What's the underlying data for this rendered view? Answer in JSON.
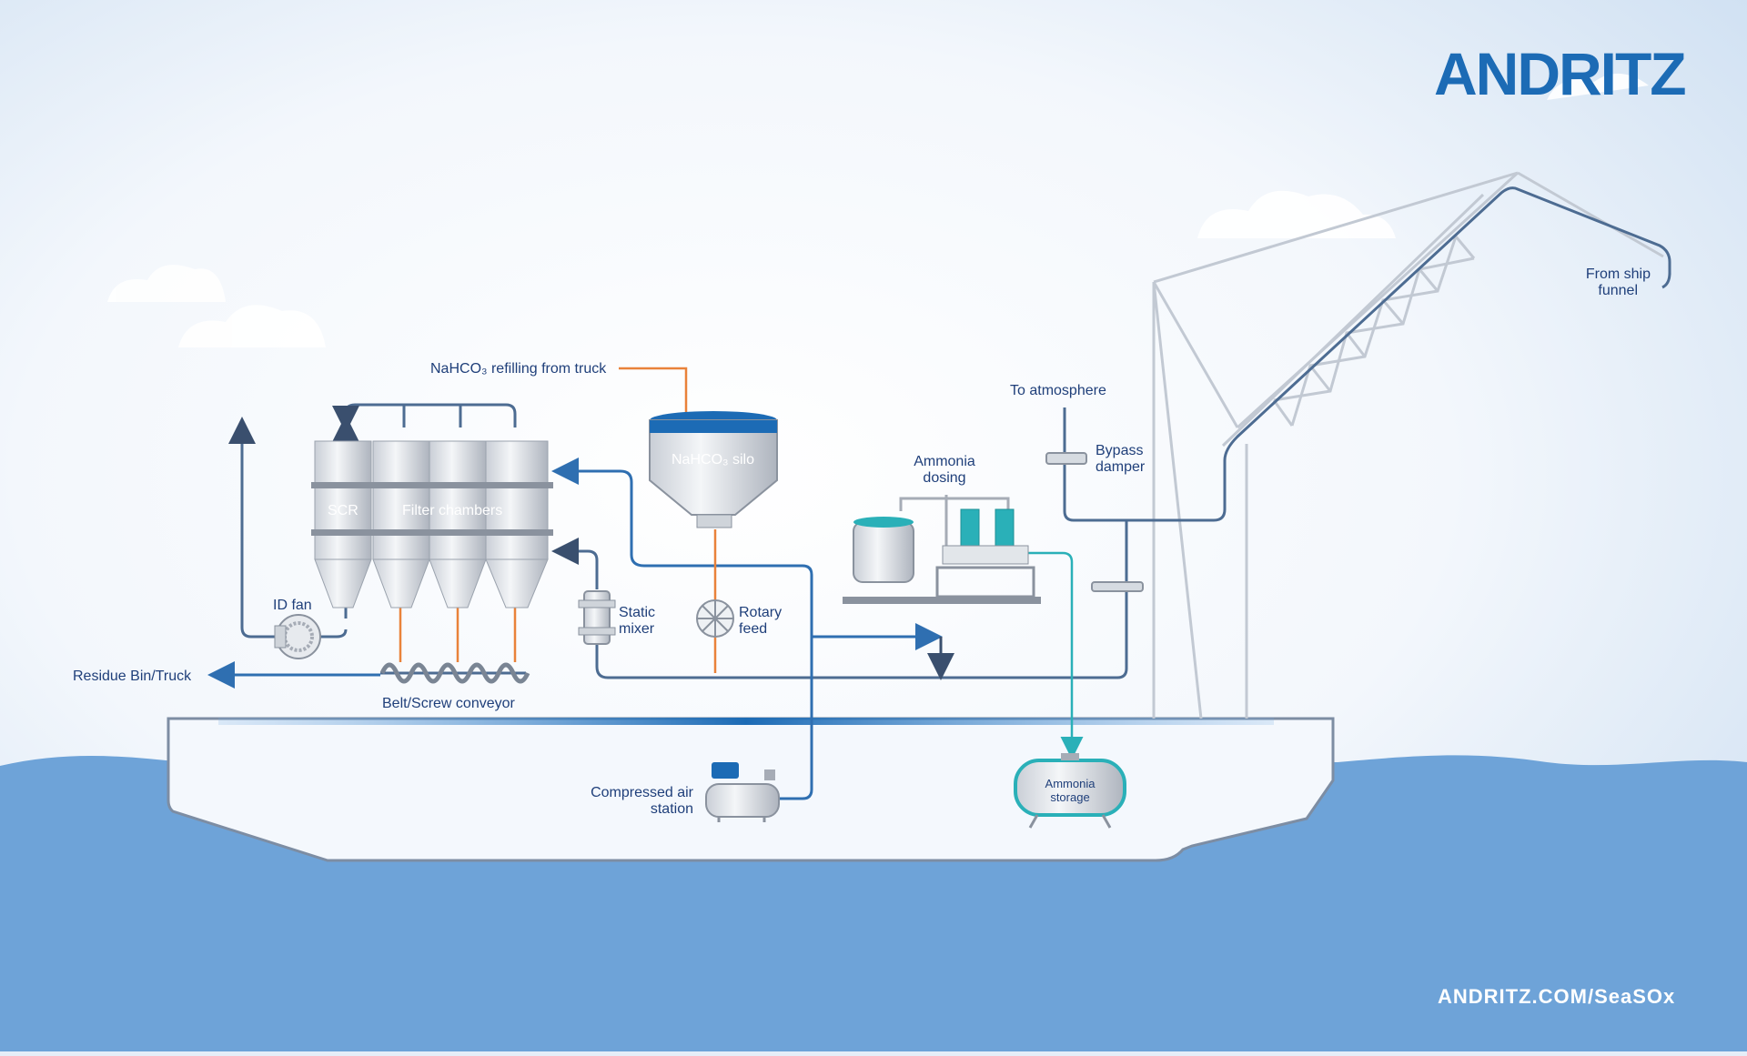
{
  "brand": {
    "logo_text": "ANDRITZ",
    "website": "ANDRITZ.COM/SeaSOx",
    "colors": {
      "brand_blue": "#1c6bb5",
      "sea": "#6ea3d8",
      "flue_line": "#2f6fb1",
      "ammonia_line": "#2ab0b8",
      "feed_line": "#e9823a",
      "label": "#1f3f7a"
    }
  },
  "labels": {
    "nahco3_refill": "NaHCO₃ refilling from truck",
    "nahco3_silo": "NaHCO₃ silo",
    "scr": "SCR",
    "filter_chambers": "Filter chambers",
    "id_fan": "ID fan",
    "residue": "Residue Bin/Truck",
    "conveyor": "Belt/Screw conveyor",
    "static_mixer": [
      "Static",
      "mixer"
    ],
    "rotary_feed": [
      "Rotary",
      "feed"
    ],
    "ammonia_dosing": [
      "Ammonia",
      "dosing"
    ],
    "to_atmosphere": "To atmosphere",
    "bypass_damper": [
      "Bypass",
      "damper"
    ],
    "from_funnel": [
      "From ship",
      "funnel"
    ],
    "compressed_air": [
      "Compressed air",
      "station"
    ],
    "ammonia_storage": [
      "Ammonia",
      "storage"
    ]
  }
}
